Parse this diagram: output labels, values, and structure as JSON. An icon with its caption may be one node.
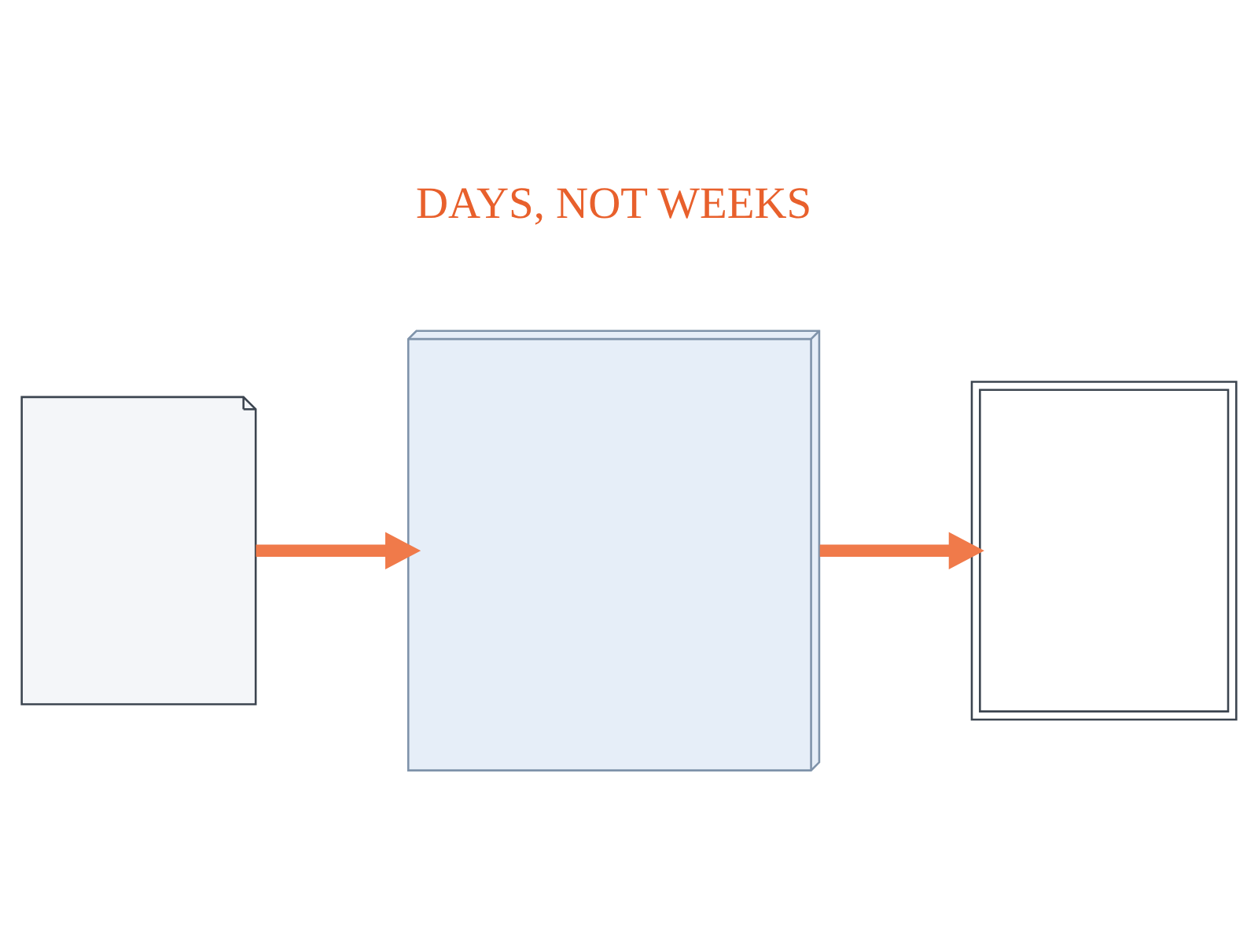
{
  "diagram": {
    "nodes": [
      {
        "text": [],
        "shape": "picture"
      },
      {
        "text": [],
        "shape": "picture"
      },
      {
        "text": [],
        "shape": "picture"
      }
    ],
    "edges": [
      {
        "from": 0,
        "to": 1,
        "arrow": "to"
      },
      {
        "from": 1,
        "to": 2,
        "arrow": "to"
      }
    ],
    "labels": [
      "DAYS, NOT WEEKS"
    ]
  }
}
